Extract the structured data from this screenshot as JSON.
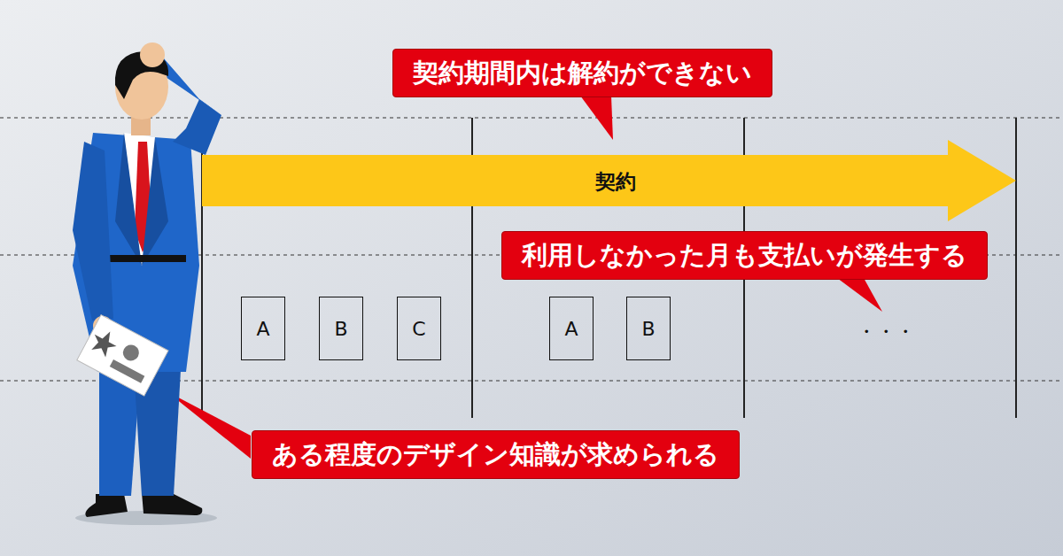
{
  "diagram": {
    "nodes": [
      {
        "text": [
          "契約期間内は解約ができない"
        ]
      },
      {
        "text": [
          "契約"
        ]
      },
      {
        "text": [
          "利用しなかった月も支払いが発生する"
        ]
      },
      {
        "text": [
          "A"
        ]
      },
      {
        "text": [
          "B"
        ]
      },
      {
        "text": [
          "C"
        ]
      },
      {
        "text": [
          "A"
        ]
      },
      {
        "text": [
          "B"
        ]
      },
      {
        "text": [
          "ある程度のデザイン知識が求められる"
        ]
      }
    ],
    "labels": [
      "・・・"
    ]
  }
}
